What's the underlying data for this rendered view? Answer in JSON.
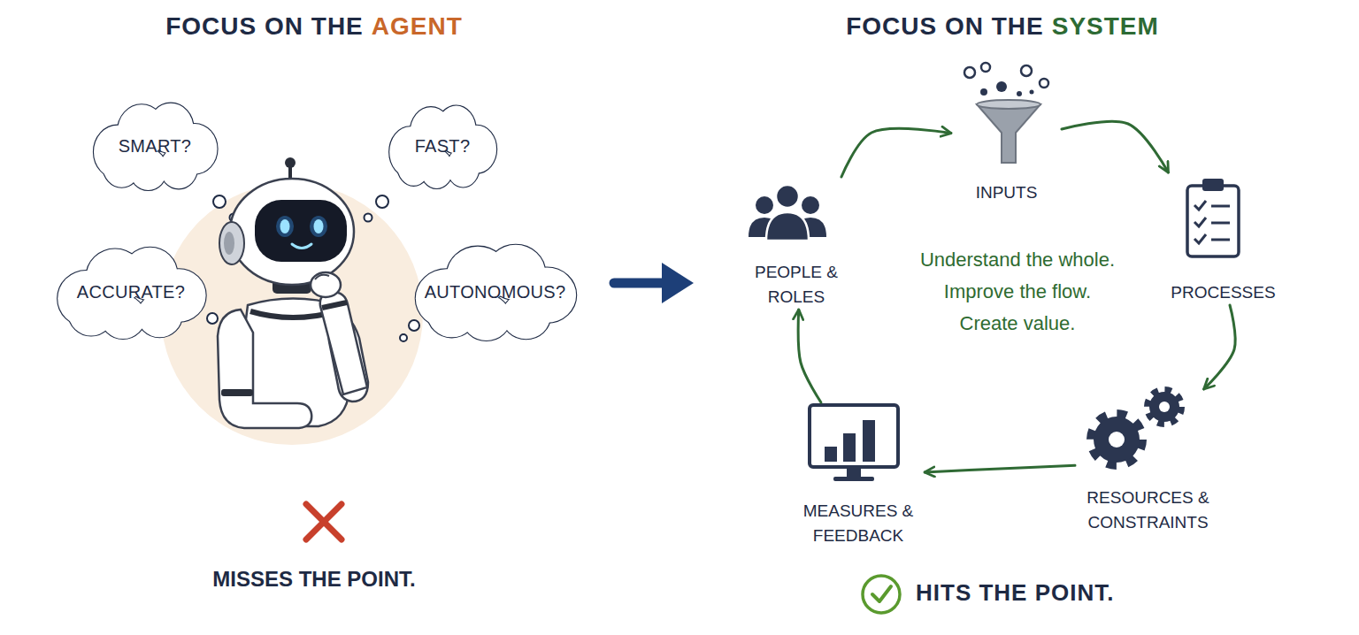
{
  "diagram": {
    "nodes": [
      {
        "text": [
          "SMART?"
        ]
      },
      {
        "text": [
          "FAST?"
        ]
      },
      {
        "text": [
          "ACCURATE?"
        ]
      },
      {
        "text": [
          "AUTONOMOUS?"
        ]
      },
      {
        "text": [
          "INPUTS"
        ]
      },
      {
        "text": [
          "PROCESSES"
        ]
      },
      {
        "text": [
          "RESOURCES & CONSTRAINTS"
        ]
      },
      {
        "text": [
          "MEASURES & FEEDBACK"
        ]
      },
      {
        "text": [
          "PEOPLE & ROLES"
        ]
      }
    ],
    "edges": [
      {
        "from": 8,
        "to": 4,
        "arrow": "to"
      },
      {
        "from": 4,
        "to": 5,
        "arrow": "to"
      },
      {
        "from": 5,
        "to": 6,
        "arrow": "to"
      },
      {
        "from": 6,
        "to": 7,
        "arrow": "to"
      },
      {
        "from": 7,
        "to": 8,
        "arrow": "to"
      }
    ],
    "labels": [
      "FOCUS ON THE",
      "AGENT",
      "MISSES THE POINT.",
      "FOCUS ON THE",
      "SYSTEM",
      "Understand the whole. Improve the flow. Create value.",
      "HITS THE POINT."
    ]
  }
}
